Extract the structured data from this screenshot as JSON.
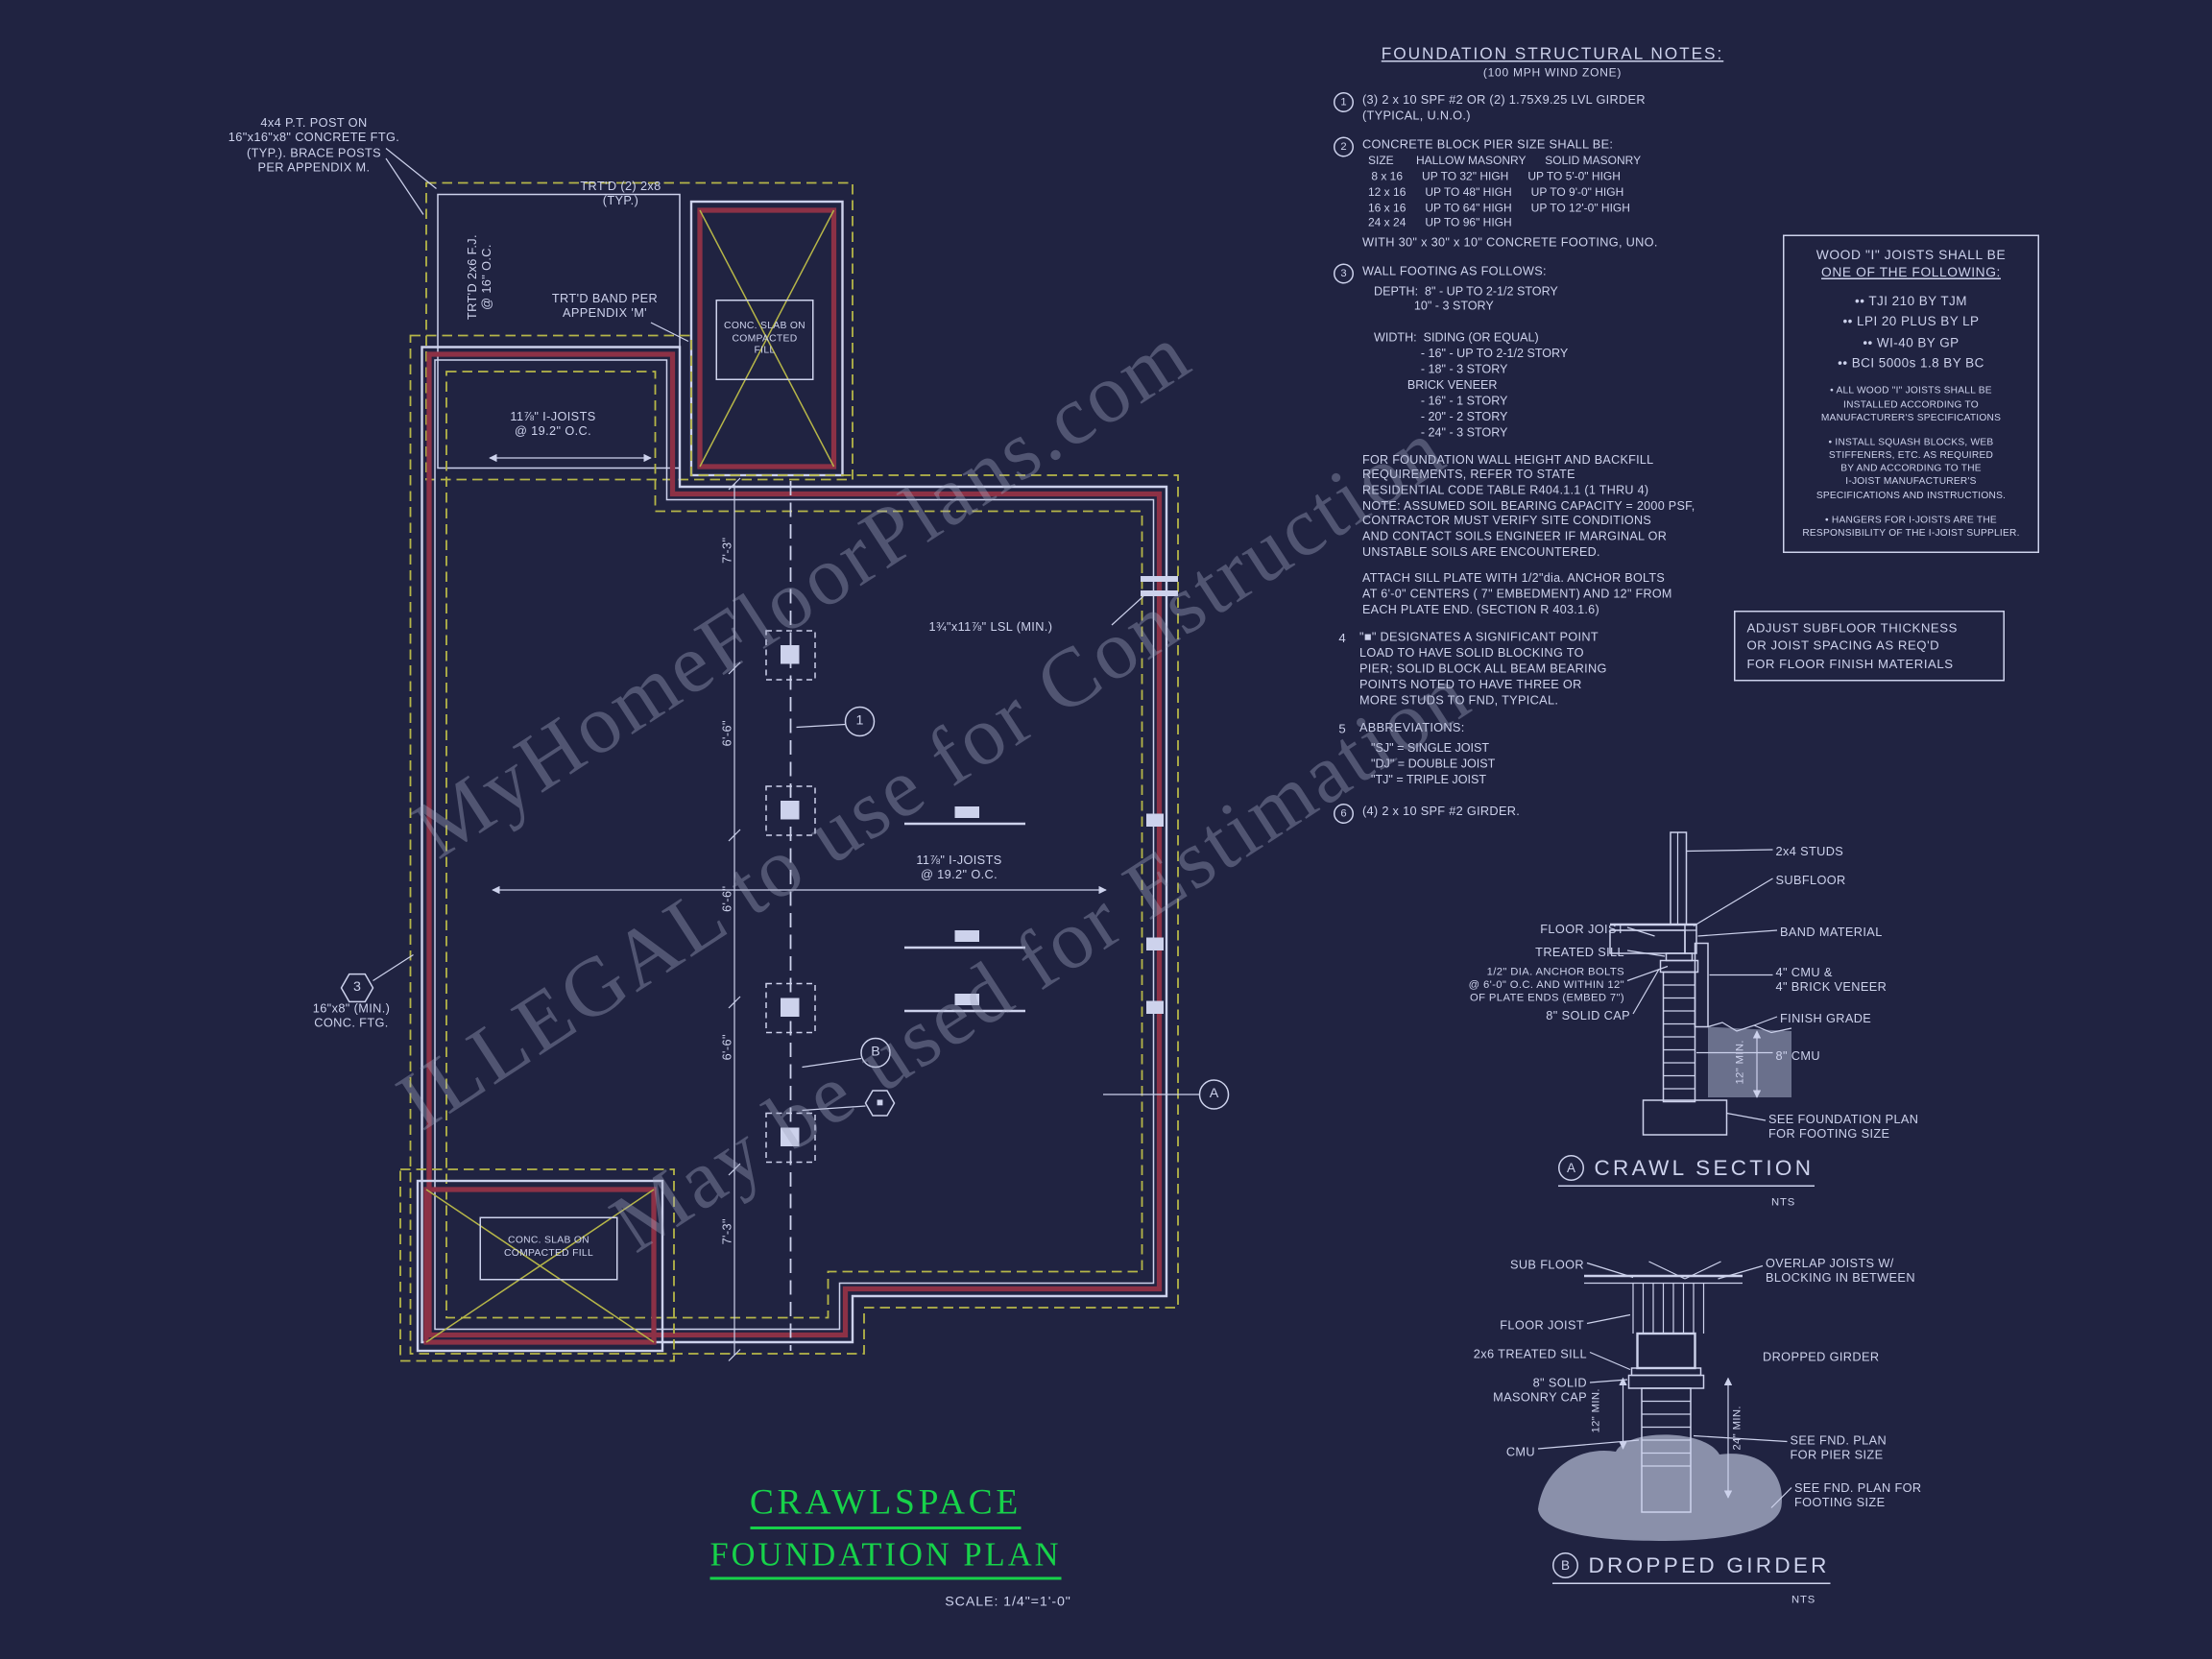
{
  "watermark": {
    "line1": "MyHomeFloorPlans.com",
    "line2": "ILLEGAL to use for Construction",
    "line3": "May be used for Estimation"
  },
  "title_block": {
    "line1": "CRAWLSPACE",
    "line2": "FOUNDATION PLAN",
    "scale": "SCALE: 1/4\"=1'-0\""
  },
  "notes": {
    "title": "FOUNDATION STRUCTURAL NOTES:",
    "subtitle": "(100 MPH WIND ZONE)",
    "n1_num": "1",
    "n1": "(3) 2 x 10 SPF #2 OR (2) 1.75X9.25 LVL GIRDER\n(TYPICAL, U.N.O.)",
    "n2_num": "2",
    "n2_head": "CONCRETE BLOCK PIER SIZE SHALL BE:",
    "n2_table": "SIZE       HALLOW MASONRY      SOLID MASONRY\n 8 x 16      UP TO 32\" HIGH      UP TO 5'-0\" HIGH\n12 x 16      UP TO 48\" HIGH      UP TO 9'-0\" HIGH\n16 x 16      UP TO 64\" HIGH      UP TO 12'-0\" HIGH\n24 x 24      UP TO 96\" HIGH",
    "n2_foot": "WITH 30\" x 30\" x 10\" CONCRETE FOOTING, UNO.",
    "n3_num": "3",
    "n3_head": "WALL FOOTING AS FOLLOWS:",
    "n3_body": "DEPTH:  8\" - UP TO 2-1/2 STORY\n            10\" - 3 STORY\n\nWIDTH:  SIDING (OR EQUAL)\n              - 16\" - UP TO 2-1/2 STORY\n              - 18\" - 3 STORY\n          BRICK VENEER\n              - 16\" - 1 STORY\n              - 20\" - 2 STORY\n              - 24\" - 3 STORY",
    "n3_para1": "FOR FOUNDATION WALL HEIGHT AND BACKFILL\nREQUIREMENTS, REFER TO STATE\nRESIDENTIAL CODE TABLE R404.1.1 (1 THRU 4)\nNOTE: ASSUMED SOIL BEARING CAPACITY = 2000 PSF,\nCONTRACTOR MUST VERIFY SITE CONDITIONS\nAND CONTACT SOILS ENGINEER IF MARGINAL OR\nUNSTABLE SOILS ARE ENCOUNTERED.",
    "n3_para2": "ATTACH SILL PLATE WITH 1/2\"dia. ANCHOR BOLTS\nAT 6'-0\" CENTERS ( 7\" EMBEDMENT) AND 12\" FROM\nEACH PLATE END. (SECTION R 403.1.6)",
    "n4_num": "4",
    "n4": "\"■\" DESIGNATES A SIGNIFICANT POINT\nLOAD TO HAVE SOLID BLOCKING TO\nPIER; SOLID BLOCK ALL BEAM BEARING\nPOINTS NOTED TO HAVE THREE OR\nMORE STUDS TO FND, TYPICAL.",
    "n5_num": "5",
    "n5_head": "ABBREVIATIONS:",
    "n5_body": "\"SJ\" = SINGLE JOIST\n\"DJ\" = DOUBLE JOIST\n\"TJ\" = TRIPLE JOIST",
    "n6_num": "6",
    "n6": "(4) 2 x 10 SPF #2 GIRDER."
  },
  "wood_box": {
    "head1": "WOOD \"I\" JOISTS SHALL BE",
    "head2": "ONE OF THE FOLLOWING:",
    "list": "•• TJI 210 BY TJM\n•• LPI 20 PLUS BY LP\n•• WI-40 BY GP\n•• BCI 5000s 1.8 BY BC",
    "p1": "• ALL WOOD \"I\" JOISTS SHALL BE\nINSTALLED ACCORDING TO\nMANUFACTURER'S SPECIFICATIONS",
    "p2": "• INSTALL SQUASH BLOCKS, WEB\nSTIFFENERS, ETC. AS REQUIRED\nBY AND ACCORDING TO THE\nI-JOIST MANUFACTURER'S\nSPECIFICATIONS AND INSTRUCTIONS.",
    "p3": "• HANGERS FOR I-JOISTS ARE THE\nRESPONSIBILITY OF THE I-JOIST SUPPLIER."
  },
  "adjust_box": {
    "text": "ADJUST SUBFLOOR THICKNESS\nOR JOIST SPACING AS REQ'D\nFOR FLOOR FINISH MATERIALS"
  },
  "plan": {
    "post_note": "4x4 P.T. POST ON\n16\"x16\"x8\" CONCRETE FTG.\n(TYP.). BRACE POSTS\nPER APPENDIX M.",
    "trtd_2x8": "TRT'D (2) 2x8\n(TYP.)",
    "deck_joists": "TRT'D 2x6 F.J.\n@ 16\" O.C.",
    "trtd_band": "TRT'D BAND PER\nAPPENDIX 'M'",
    "slab_top": "CONC. SLAB ON\nCOMPACTED\nFILL",
    "slab_bottom": "CONC. SLAB ON\nCOMPACTED FILL",
    "ijoist_top": "11⅞\" I-JOISTS\n@ 19.2\" O.C.",
    "ijoist_mid": "11⅞\" I-JOISTS\n@ 19.2\" O.C.",
    "lsl": "1¾\"x11⅞\" LSL (MIN.)",
    "conc_ftg": "16\"x8\" (MIN.)\nCONC. FTG.",
    "dim_top": "7'-3\"",
    "dim_2": "6'-6\"",
    "dim_3": "6'-6\"",
    "dim_4": "6'-6\"",
    "dim_bottom": "7'-3\"",
    "marker_1": "1",
    "marker_b": "B",
    "marker_a": "A",
    "marker_3": "3",
    "marker_sq": "■"
  },
  "crawl": {
    "badge": "A",
    "title": "CRAWL SECTION",
    "nts": "NTS",
    "studs": "2x4 STUDS",
    "subfloor": "SUBFLOOR",
    "floor_joist": "FLOOR JOIST",
    "band": "BAND MATERIAL",
    "sill": "TREATED SILL",
    "anchor": "1/2\" DIA. ANCHOR BOLTS\n@ 6'-0\" O.C. AND WITHIN 12\"\nOF PLATE ENDS (EMBED 7\")",
    "cmu_veneer": "4\" CMU &\n4\" BRICK VENEER",
    "cap": "8\" SOLID CAP",
    "grade": "FINISH GRADE",
    "cmu8": "8\" CMU",
    "min12": "12\" MIN.",
    "footing": "SEE FOUNDATION PLAN\nFOR FOOTING SIZE"
  },
  "girder": {
    "badge": "B",
    "title": "DROPPED GIRDER",
    "nts": "NTS",
    "subfloor": "SUB FLOOR",
    "overlap": "OVERLAP JOISTS W/\nBLOCKING IN BETWEEN",
    "floor_joist": "FLOOR JOIST",
    "sill": "2x6 TREATED SILL",
    "girder_label": "DROPPED GIRDER",
    "cap": "8\" SOLID\nMASONRY CAP",
    "cmu": "CMU",
    "min12": "12\" MIN.",
    "min24": "24\" MIN.",
    "pier_note": "SEE FND. PLAN\nFOR PIER SIZE",
    "footing_note": "SEE FND. PLAN FOR\nFOOTING SIZE"
  }
}
